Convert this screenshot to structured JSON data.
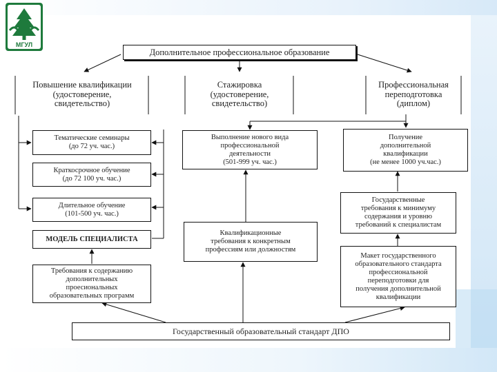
{
  "logo": {
    "text": "МГУЛ",
    "color": "#1e7a3c"
  },
  "diagram": {
    "title": "Дополнительное профессиональное образование",
    "columns": [
      {
        "id": "col-qualification",
        "label": "Повышение квалификации\n(удостоверение,\nсвидетельство)"
      },
      {
        "id": "col-internship",
        "label": "Стажировка\n(удостоверение,\nсвидетельство)"
      },
      {
        "id": "col-retraining",
        "label": "Профессиональная\nпереподготовка\n(диплом)"
      }
    ],
    "left_boxes": [
      "Тематические семинары\n(до 72 уч. час.)",
      "Краткосрочное обучение\n(до 72 100 уч. час.)",
      "Длительное обучение\n(101-500 уч. час.)"
    ],
    "specialist_model": "МОДЕЛЬ СПЕЦИАЛИСТА",
    "content_requirements": "Требования к содержанию\nдополнительных\nпроесиональных\nобразовательных программ",
    "new_activity": "Выполнение нового вида\nпрофессиональной\nдеятельности\n(501-999 уч. час.)",
    "qualification_requirements": "Квалификационные\nтребования к конкретным\nпрофессиям или должностям",
    "additional_qualification": "Получение\nдополнительной\nквалификации\n(не менее 1000 уч.час.)",
    "state_requirements": "Государственные\nтребования к минимуму\nсодержания и уровню\nтребований к специалистам",
    "standard_model": "Макет государственного\nобразовательного стандарта\nпрофессиональной\nпереподготовки для\nполучения дополнительной\nквалификации",
    "state_standard": "Государственный образовательный стандарт ДПО"
  }
}
